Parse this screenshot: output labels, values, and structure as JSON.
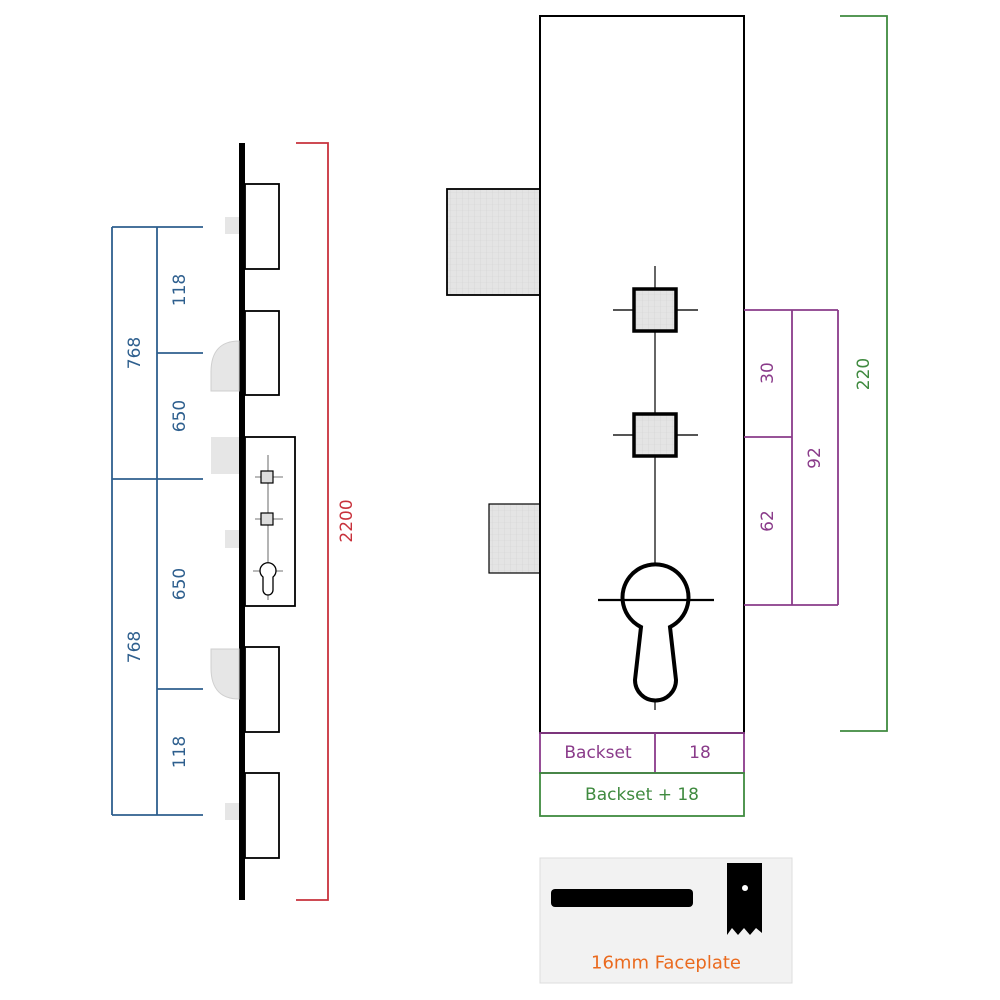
{
  "colors": {
    "overall": "#c8323c",
    "spacing": "#2e5f8e",
    "case": "#8a3b8a",
    "backset": "#3f8a3f",
    "faceplate": "#ea6a1e",
    "line": "#000000",
    "fill": "#e6e6e6"
  },
  "dims": {
    "overall_height": "2200",
    "upper_spacing": "768",
    "lower_spacing": "768",
    "top_offset": "118",
    "bottom_offset": "118",
    "upper_center": "650",
    "lower_center": "650",
    "case_height": "220",
    "spindle_gap": "30",
    "cylinder_gap": "62",
    "total_centres": "92"
  },
  "backset": {
    "backset_label": "Backset",
    "faceplate_offset": "18",
    "total_label": "Backset + 18"
  },
  "faceplate": {
    "caption": "16mm Faceplate"
  }
}
